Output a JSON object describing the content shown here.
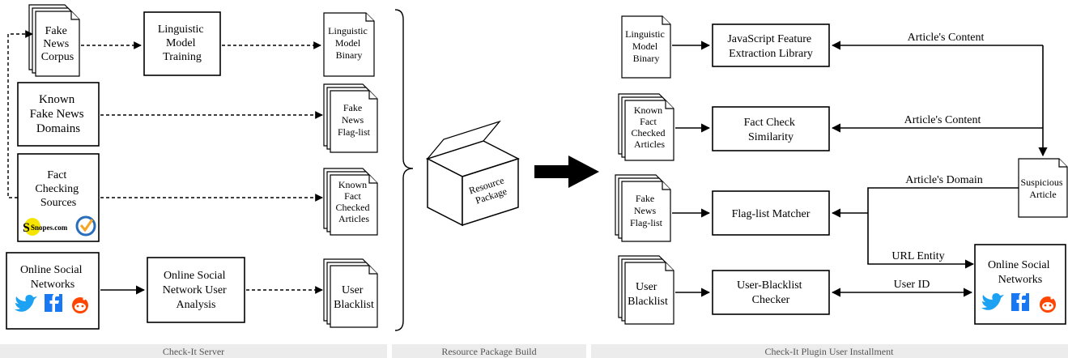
{
  "server": {
    "fake_news_corpus": [
      "Fake",
      "News",
      "Corpus"
    ],
    "linguistic_model_training": [
      "Linguistic",
      "Model",
      "Training"
    ],
    "linguistic_model_binary": [
      "Linguistic",
      "Model",
      "Binary"
    ],
    "known_fake_news_domains": [
      "Known",
      "Fake News",
      "Domains"
    ],
    "fake_news_flaglist": [
      "Fake",
      "News",
      "Flag-list"
    ],
    "fact_checking_sources": [
      "Fact",
      "Checking",
      "Sources"
    ],
    "snopes_logo_text": "Snopes.com",
    "known_fact_checked_articles": [
      "Known",
      "Fact",
      "Checked",
      "Articles"
    ],
    "online_social_networks": [
      "Online Social",
      "Networks"
    ],
    "osn_user_analysis": [
      "Online Social",
      "Network User",
      "Analysis"
    ],
    "user_blacklist": [
      "User",
      "Blacklist"
    ]
  },
  "package": {
    "label": [
      "Resource",
      "Package"
    ]
  },
  "plugin": {
    "linguistic_model_binary": [
      "Linguistic",
      "Model",
      "Binary"
    ],
    "js_feature_extraction": [
      "JavaScript Feature",
      "Extraction Library"
    ],
    "known_fact_checked_articles": [
      "Known",
      "Fact",
      "Checked",
      "Articles"
    ],
    "fact_check_similarity": [
      "Fact Check",
      "Similarity"
    ],
    "fake_news_flaglist": [
      "Fake",
      "News",
      "Flag-list"
    ],
    "flaglist_matcher": [
      "Flag-list Matcher"
    ],
    "user_blacklist": [
      "User",
      "Blacklist"
    ],
    "user_blacklist_checker": [
      "User-Blacklist",
      "Checker"
    ],
    "suspicious_article": [
      "Suspicious",
      "Article"
    ],
    "online_social_networks": [
      "Online Social",
      "Networks"
    ],
    "edge_labels": {
      "content_1": "Article's Content",
      "content_2": "Article's Content",
      "domain": "Article's Domain",
      "url_entity": "URL Entity",
      "user_id": "User ID"
    }
  },
  "sections": {
    "server": "Check-It Server",
    "build": "Resource Package Build",
    "plugin": "Check-It Plugin User Installment"
  },
  "colors": {
    "twitter": "#1DA1F2",
    "facebook": "#1877F2",
    "reddit": "#FF4500",
    "snopes_yellow": "#F5E500",
    "check_blue": "#2A6EBB",
    "check_orange": "#F5A623"
  },
  "icons": [
    "twitter-icon",
    "facebook-icon",
    "reddit-icon",
    "snopes-logo",
    "checkmark-logo"
  ]
}
